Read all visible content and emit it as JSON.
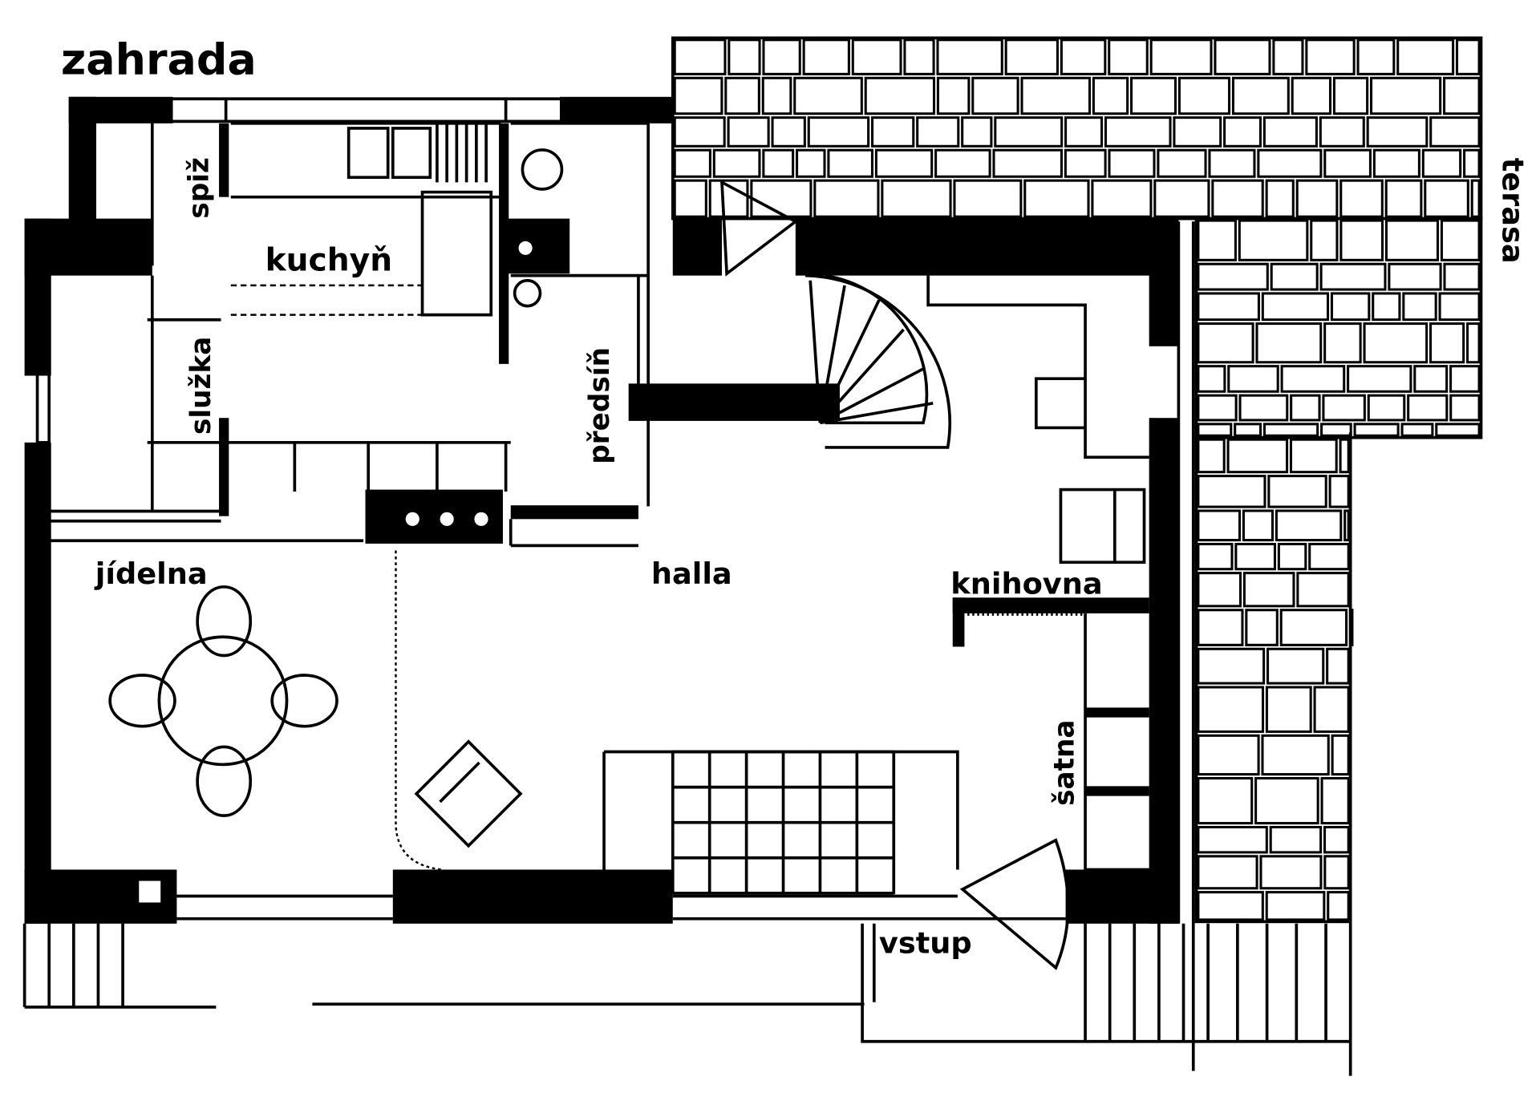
{
  "title": "zahrada",
  "rooms": {
    "spiz": "spiž",
    "kuchyn": "kuchyň",
    "sluzka": "služka",
    "predsin": "předsíň",
    "jidelna": "jídelna",
    "halla": "halla",
    "knihovna": "knihovna",
    "satna": "šatna",
    "vstup": "vstup",
    "terasa": "terasa"
  },
  "colors": {
    "ink": "#000000",
    "paper": "#ffffff"
  }
}
